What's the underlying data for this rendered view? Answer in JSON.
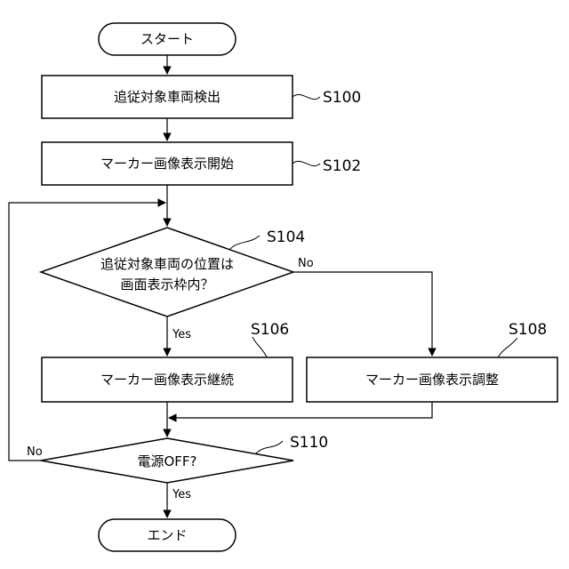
{
  "terminals": {
    "start": "スタート",
    "end": "エンド"
  },
  "steps": {
    "s100": {
      "text": "追従対象車両検出",
      "id": "S100"
    },
    "s102": {
      "text": "マーカー画像表示開始",
      "id": "S102"
    },
    "s104": {
      "text_line1": "追従対象車両の位置は",
      "text_line2": "画面表示枠内？",
      "id": "S104"
    },
    "s106": {
      "text": "マーカー画像表示継続",
      "id": "S106"
    },
    "s108": {
      "text": "マーカー画像表示調整",
      "id": "S108"
    },
    "s110": {
      "text": "電源OFF?",
      "id": "S110"
    }
  },
  "edges": {
    "s104_yes": "Yes",
    "s104_no": "No",
    "s110_yes": "Yes",
    "s110_no": "No"
  }
}
